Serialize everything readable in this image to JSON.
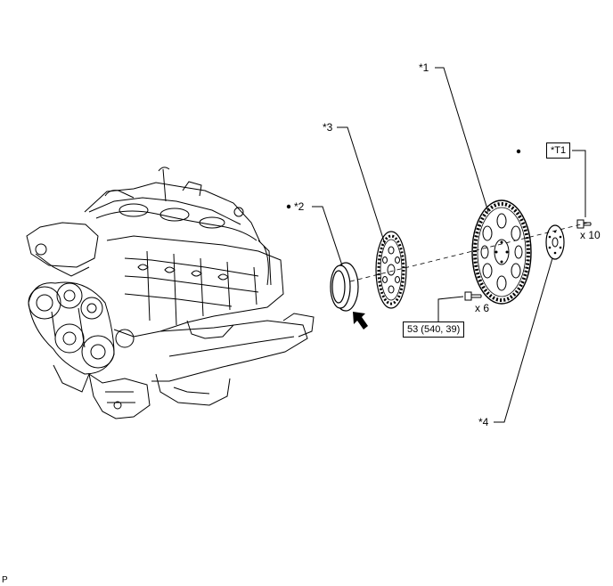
{
  "callouts": {
    "c1": "*1",
    "c2": "*2",
    "c3": "*3",
    "c4": "*4",
    "t1": "*T1"
  },
  "torque": "53 (540, 39)",
  "qty": {
    "bolts_flexplate": "x 10",
    "bolts_plate": "x 6"
  },
  "footer": "P",
  "colors": {
    "line": "#000000",
    "part_fill": "#ffffff"
  }
}
